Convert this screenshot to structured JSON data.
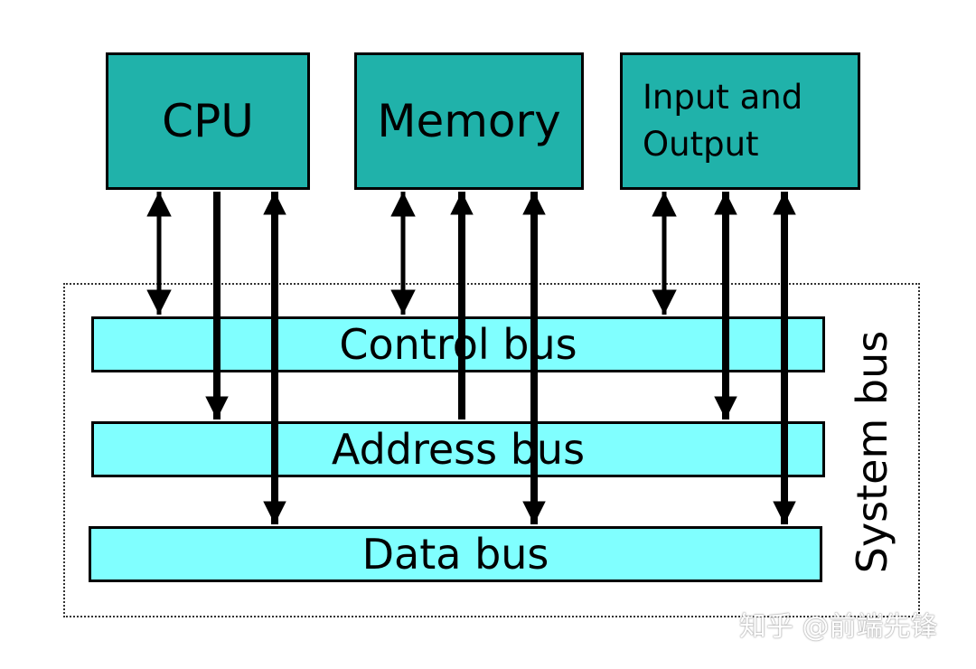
{
  "units": {
    "cpu": {
      "label": "CPU"
    },
    "memory": {
      "label": "Memory"
    },
    "io": {
      "label": "Input and Output"
    }
  },
  "buses": {
    "control": {
      "label": "Control bus"
    },
    "address": {
      "label": "Address bus"
    },
    "data": {
      "label": "Data bus"
    }
  },
  "system_bus": {
    "label": "System bus"
  },
  "watermark": {
    "text": "知乎 @前端先锋"
  },
  "colors": {
    "unit_fill": "#20b2aa",
    "bus_fill": "#80ffff",
    "stroke": "#000000"
  }
}
